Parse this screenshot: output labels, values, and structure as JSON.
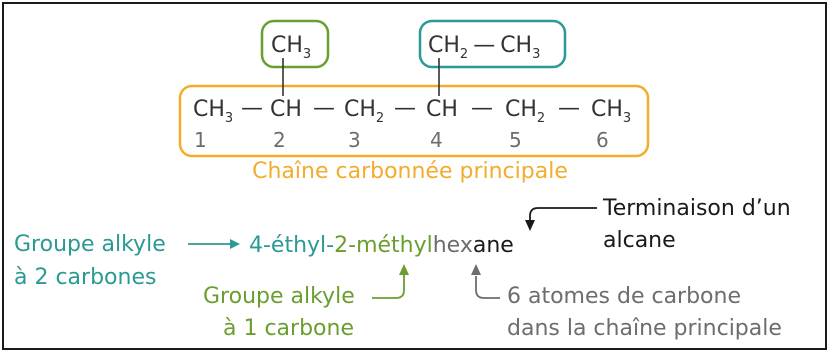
{
  "colors": {
    "ink": "#333333",
    "gray": "#6d6d6d",
    "main_chain": "#f2ac2e",
    "methyl": "#6a9e2e",
    "ethyl": "#2a9a93"
  },
  "formula": {
    "methyl_branch": {
      "main": "CH",
      "sub": "3"
    },
    "ethyl_branch": {
      "a_main": "CH",
      "a_sub": "2",
      "bond": "—",
      "b_main": "CH",
      "b_sub": "3"
    },
    "chain": [
      {
        "main": "CH",
        "sub": "3",
        "index": "1"
      },
      {
        "main": "CH",
        "sub": "",
        "index": "2"
      },
      {
        "main": "CH",
        "sub": "2",
        "index": "3"
      },
      {
        "main": "CH",
        "sub": "",
        "index": "4"
      },
      {
        "main": "CH",
        "sub": "2",
        "index": "5"
      },
      {
        "main": "CH",
        "sub": "3",
        "index": "6"
      }
    ],
    "bond": "—",
    "chain_label": "Chaîne carbonnée principale"
  },
  "name": {
    "ethyl_part": "4-éthyl-",
    "sep": "2-",
    "methyl_part": "méthyl",
    "hex_part": "hex",
    "ane_part": "ane"
  },
  "annotations": {
    "ethyl_group": [
      "Groupe alkyle",
      "à 2 carbones"
    ],
    "methyl_group": [
      "Groupe alkyle",
      "à 1 carbone"
    ],
    "carbon_count": [
      "6 atomes de carbone",
      "dans la chaîne principale"
    ],
    "alkane_ending": [
      "Terminaison d’un",
      "alcane"
    ]
  }
}
